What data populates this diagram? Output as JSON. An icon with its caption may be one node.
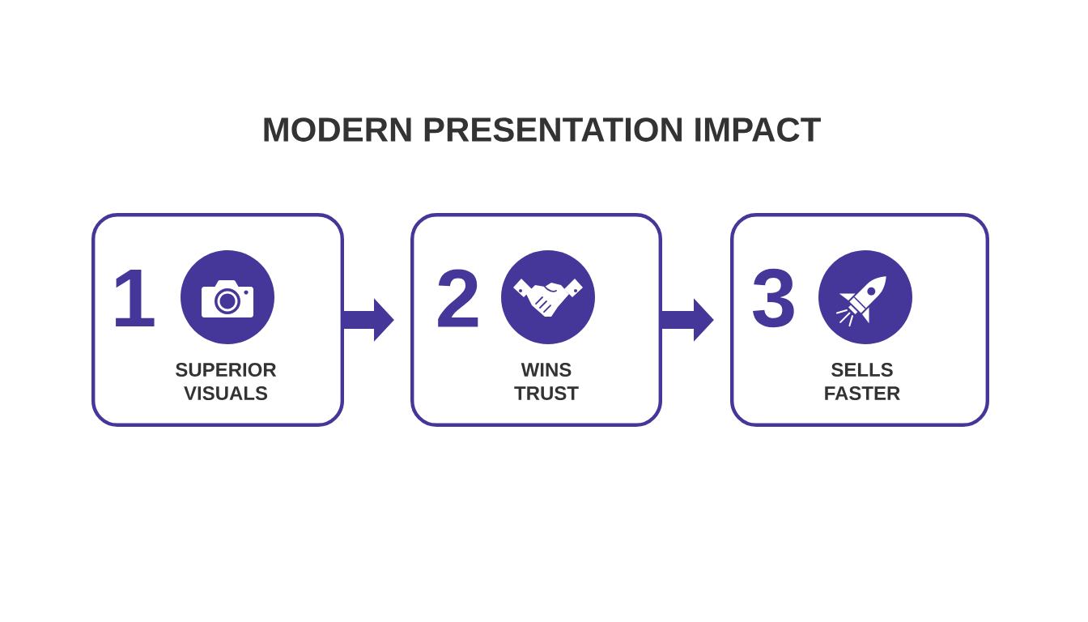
{
  "diagram": {
    "title": "MODERN PRESENTATION IMPACT",
    "nodes": [
      {
        "text": [
          "1",
          "SUPERIOR VISUALS"
        ]
      },
      {
        "text": [
          "2",
          "WINS TRUST"
        ]
      },
      {
        "text": [
          "3",
          "SELLS FASTER"
        ]
      }
    ],
    "edges": [
      {
        "from": 0,
        "to": 1,
        "arrow": "to"
      },
      {
        "from": 1,
        "to": 2,
        "arrow": "to"
      }
    ]
  }
}
